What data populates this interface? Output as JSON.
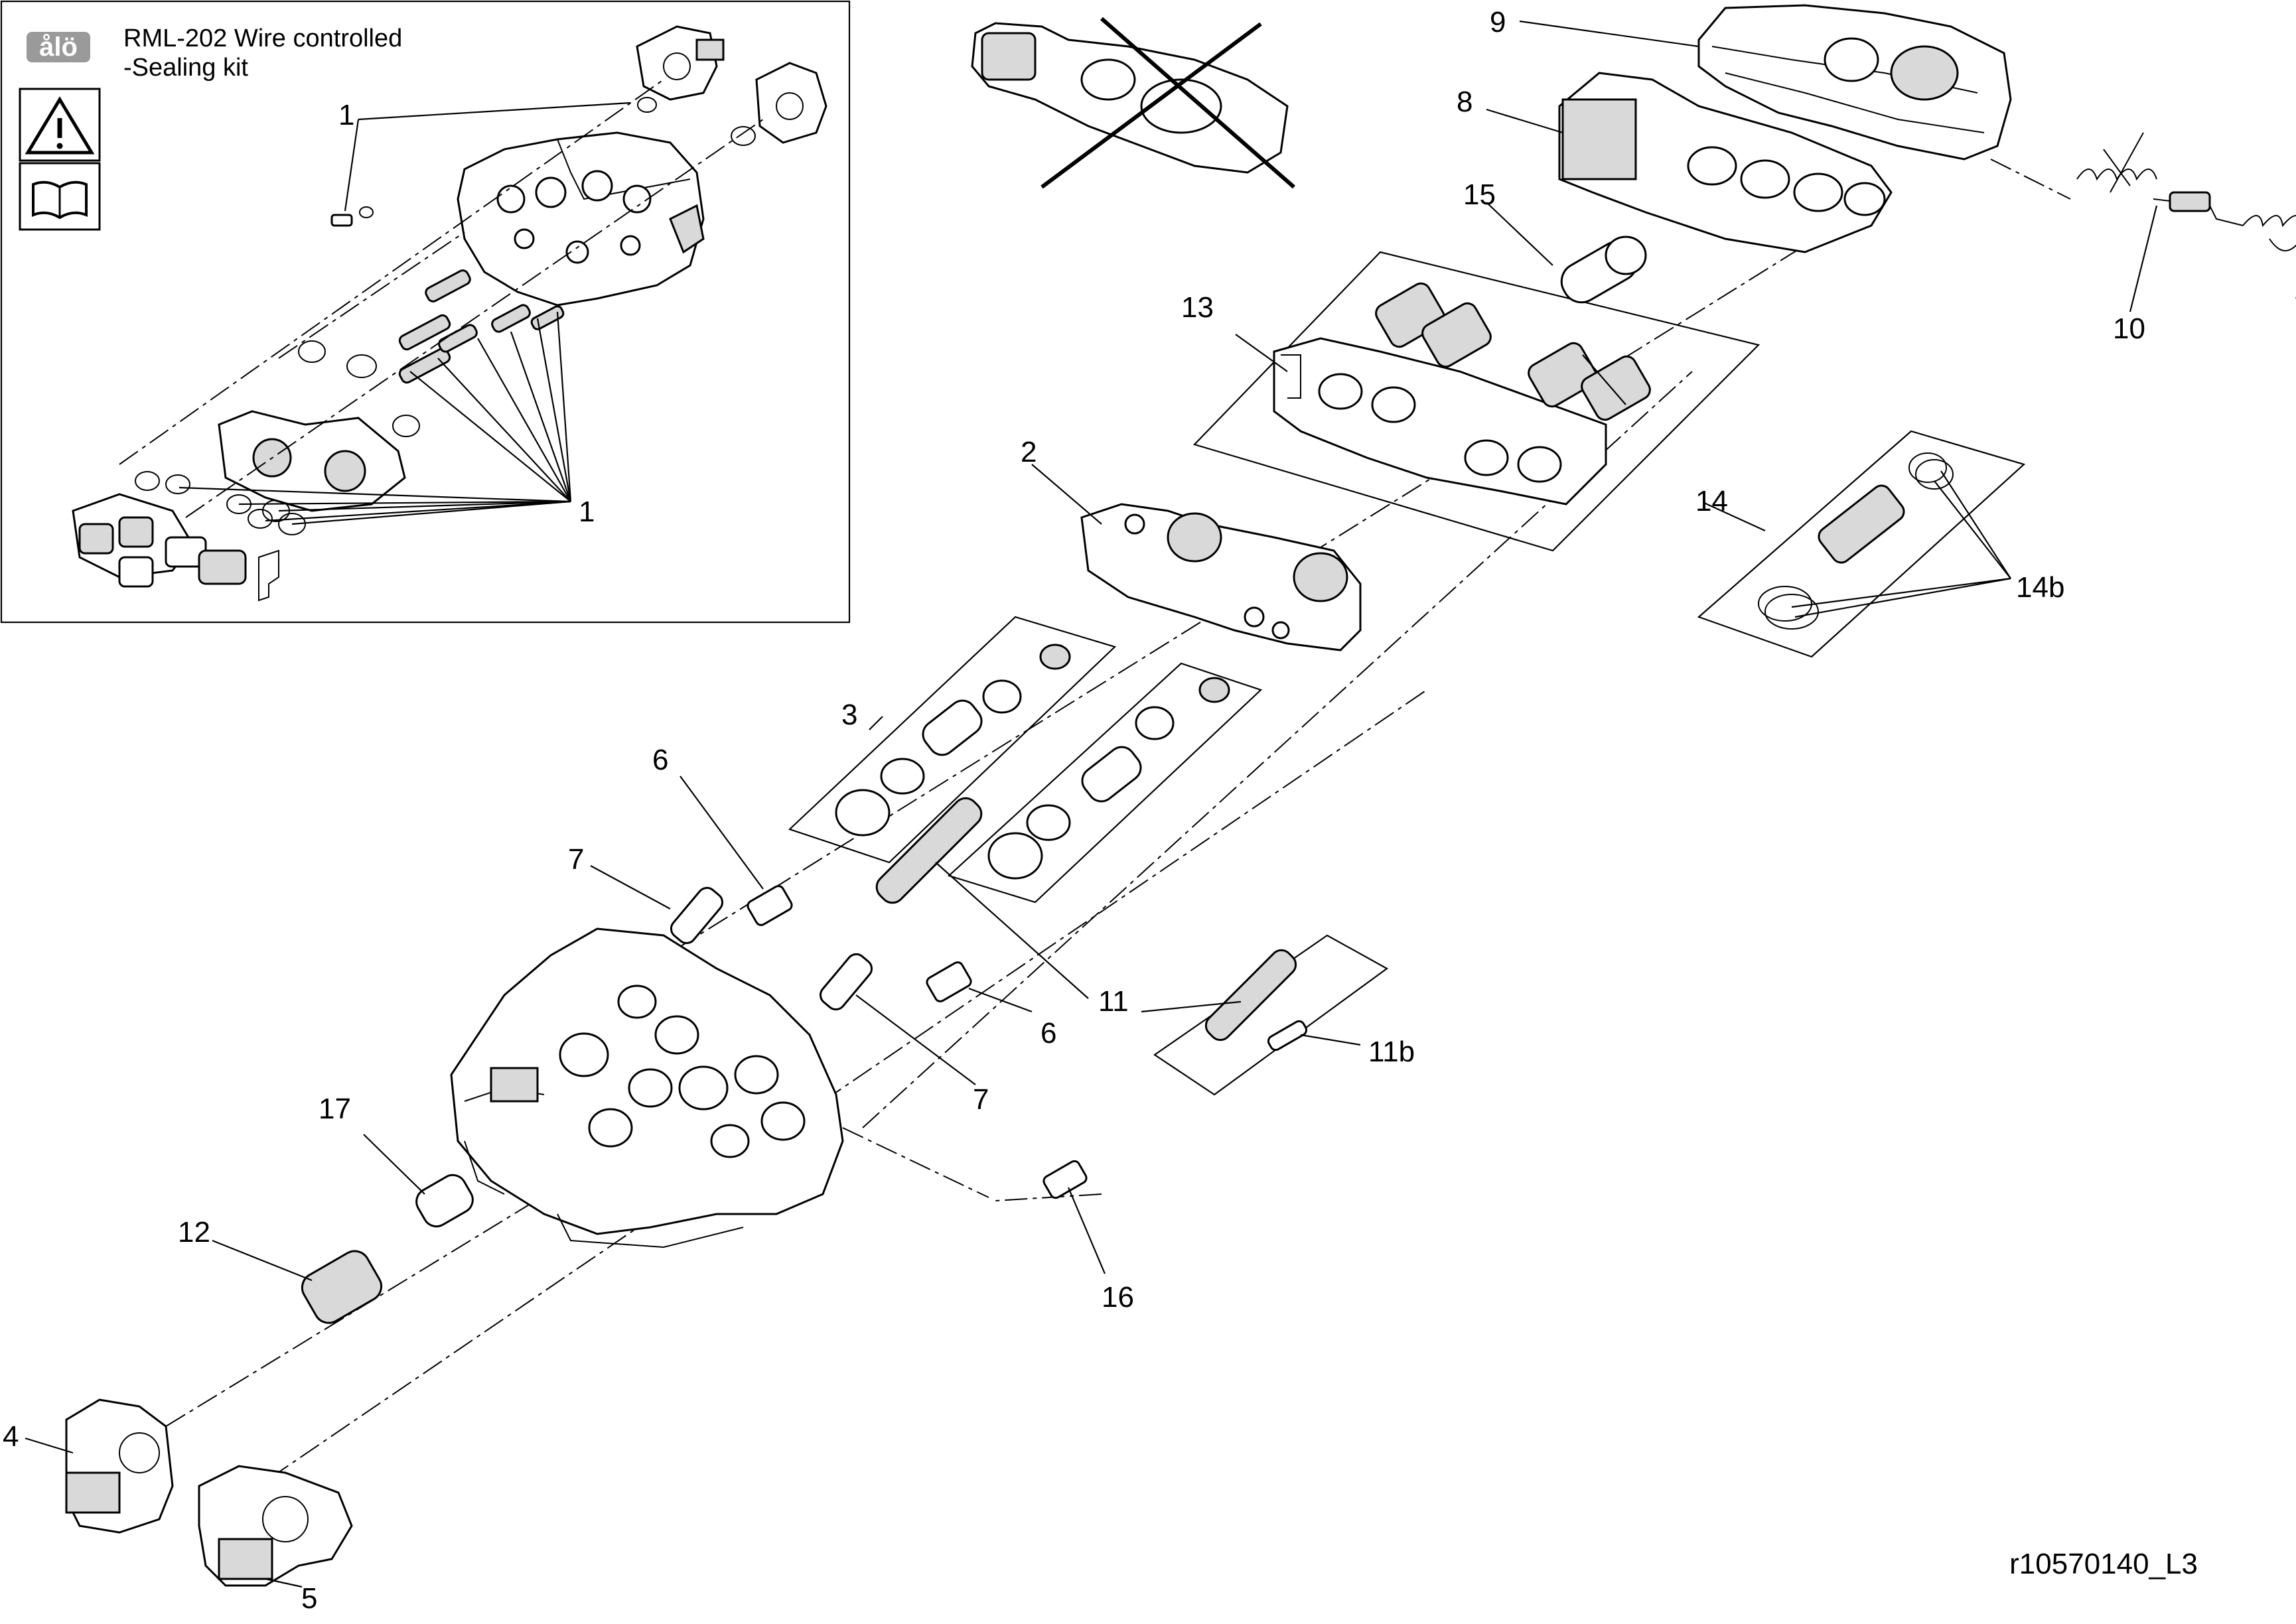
{
  "inset": {
    "logo": "ålö",
    "title_line1": "RML-202 Wire controlled",
    "title_line2": "-Sealing kit",
    "warning_icon": "warning-triangle-icon",
    "manual_icon": "open-book-icon",
    "callouts": [
      "1",
      "1"
    ]
  },
  "callouts": {
    "c2": "2",
    "c3": "3",
    "c4": "4",
    "c5": "5",
    "c6a": "6",
    "c6b": "6",
    "c7a": "7",
    "c7b": "7",
    "c8": "8",
    "c9": "9",
    "c10": "10",
    "c11": "11",
    "c11b": "11b",
    "c12": "12",
    "c13": "13",
    "c14": "14",
    "c14b": "14b",
    "c15": "15",
    "c16": "16",
    "c17": "17"
  },
  "reference": "r10570140_L3"
}
